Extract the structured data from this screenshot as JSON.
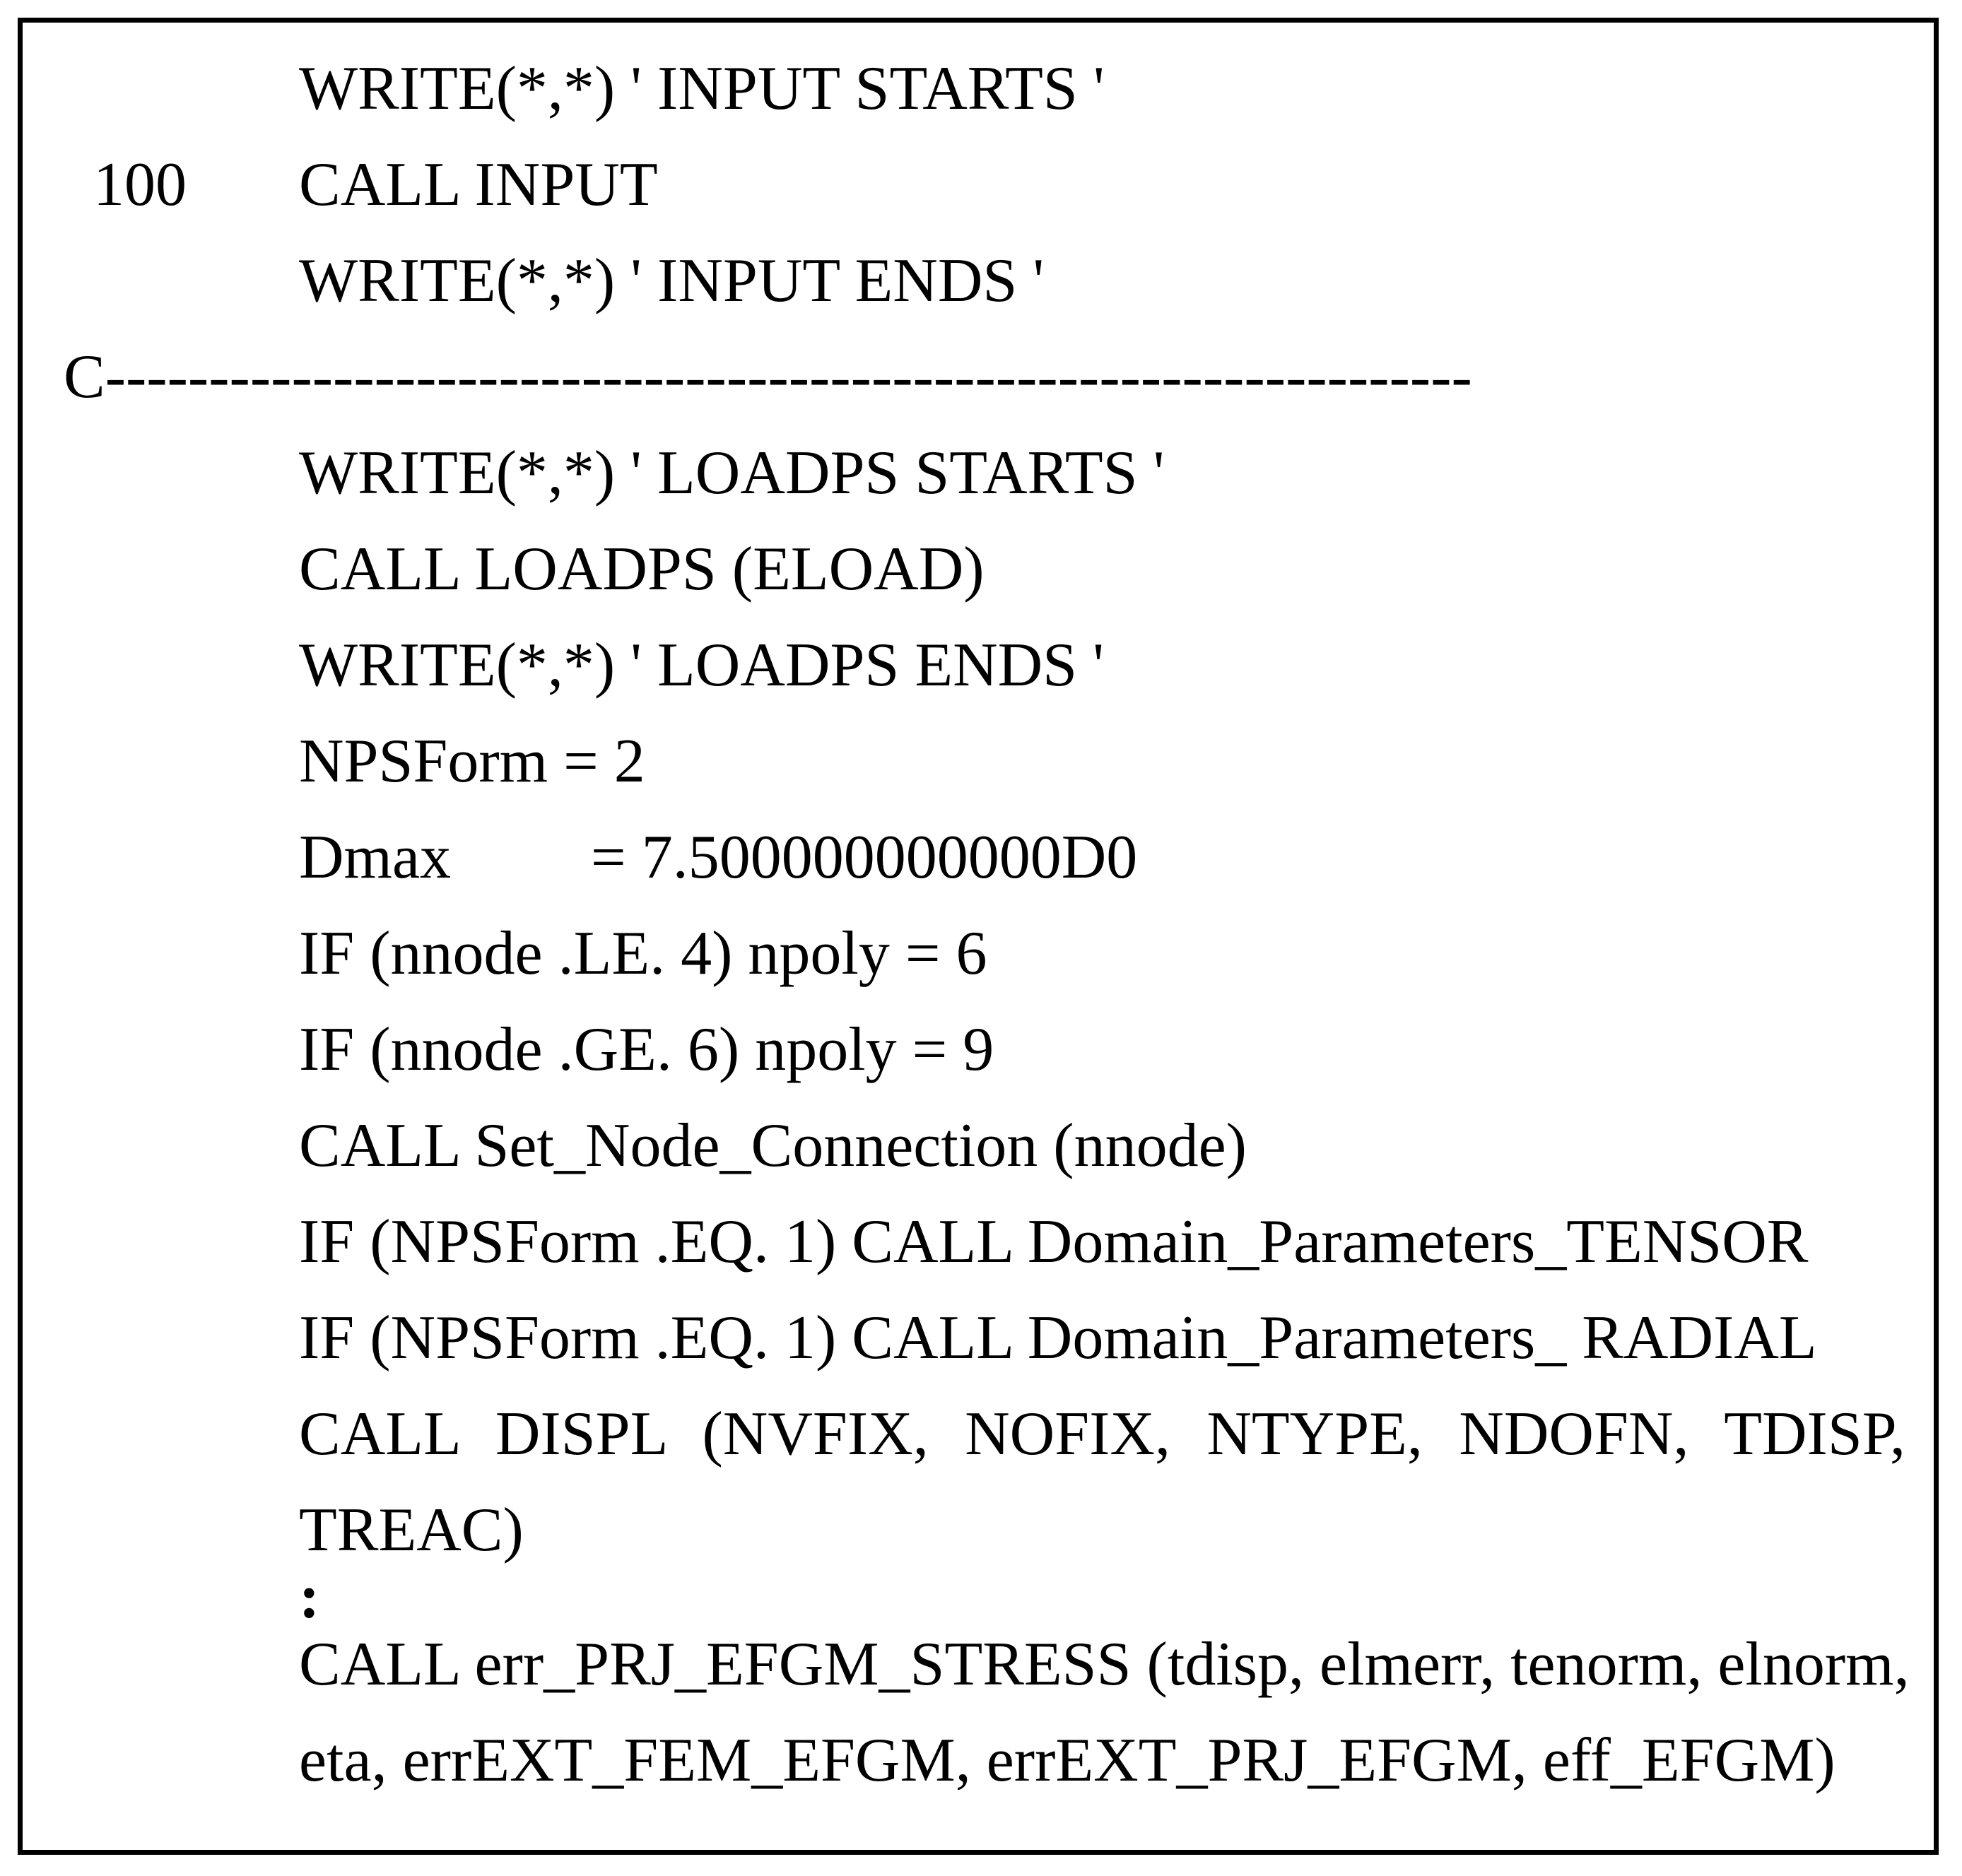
{
  "figure": {
    "description_colors": {
      "background": "#ffffff",
      "border": "#000000",
      "text": "#000000"
    }
  },
  "listing": {
    "language_hint": "FORTRAN source listing",
    "lines": [
      {
        "text": "WRITE(*,*) ' INPUT STARTS '"
      },
      {
        "label": "100",
        "text": "CALL INPUT"
      },
      {
        "text": "WRITE(*,*) ' INPUT ENDS '"
      },
      {
        "text": "C------------------------------------------------------------------"
      },
      {
        "text": "WRITE(*,*) ' LOADPS STARTS '"
      },
      {
        "text": "CALL LOADPS (ELOAD)"
      },
      {
        "text": "WRITE(*,*) ' LOADPS ENDS '"
      },
      {
        "text": "NPSForm = 2"
      },
      {
        "text": "Dmax         = 7.500000000000D0"
      },
      {
        "text": "IF (nnode .LE. 4) npoly = 6"
      },
      {
        "text": "IF (nnode .GE. 6) npoly = 9"
      },
      {
        "text": "CALL Set_Node_Connection (nnode)"
      },
      {
        "text": "IF (NPSForm .EQ. 1) CALL Domain_Parameters_TENSOR"
      },
      {
        "text": "IF (NPSForm .EQ. 1) CALL Domain_Parameters_ RADIAL"
      },
      {
        "text": "CALL DISPL (NVFIX, NOFIX, NTYPE, NDOFN, TDISP,"
      },
      {
        "text": "TREAC)"
      },
      {
        "text": ":"
      },
      {
        "text": "CALL err_PRJ_EFGM_STRESS (tdisp, elmerr, tenorm, elnorm,"
      },
      {
        "text": "eta, errEXT_FEM_EFGM, errEXT_PRJ_EFGM, eff_EFGM)"
      }
    ]
  }
}
